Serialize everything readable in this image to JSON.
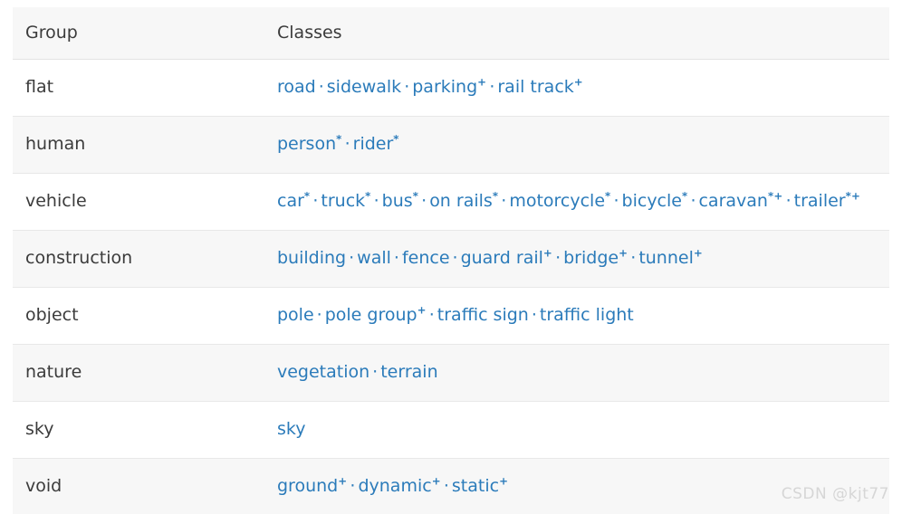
{
  "table": {
    "columns": [
      "Group",
      "Classes"
    ],
    "separator": "·",
    "link_color": "#2b7bba",
    "header_bg": "#f7f7f7",
    "stripe_bg": "#f7f7f7",
    "rows": [
      {
        "group": "flat",
        "classes": [
          {
            "name": "road",
            "marks": ""
          },
          {
            "name": "sidewalk",
            "marks": ""
          },
          {
            "name": "parking",
            "marks": "+"
          },
          {
            "name": "rail track",
            "marks": "+"
          }
        ]
      },
      {
        "group": "human",
        "classes": [
          {
            "name": "person",
            "marks": "*"
          },
          {
            "name": "rider",
            "marks": "*"
          }
        ]
      },
      {
        "group": "vehicle",
        "classes": [
          {
            "name": "car",
            "marks": "*"
          },
          {
            "name": "truck",
            "marks": "*"
          },
          {
            "name": "bus",
            "marks": "*"
          },
          {
            "name": "on rails",
            "marks": "*"
          },
          {
            "name": "motorcycle",
            "marks": "*"
          },
          {
            "name": "bicycle",
            "marks": "*"
          },
          {
            "name": "caravan",
            "marks": "*+"
          },
          {
            "name": "trailer",
            "marks": "*+"
          }
        ]
      },
      {
        "group": "construction",
        "classes": [
          {
            "name": "building",
            "marks": ""
          },
          {
            "name": "wall",
            "marks": ""
          },
          {
            "name": "fence",
            "marks": ""
          },
          {
            "name": "guard rail",
            "marks": "+"
          },
          {
            "name": "bridge",
            "marks": "+"
          },
          {
            "name": "tunnel",
            "marks": "+"
          }
        ]
      },
      {
        "group": "object",
        "classes": [
          {
            "name": "pole",
            "marks": ""
          },
          {
            "name": "pole group",
            "marks": "+"
          },
          {
            "name": "traffic sign",
            "marks": ""
          },
          {
            "name": "traffic light",
            "marks": ""
          }
        ]
      },
      {
        "group": "nature",
        "classes": [
          {
            "name": "vegetation",
            "marks": ""
          },
          {
            "name": "terrain",
            "marks": ""
          }
        ]
      },
      {
        "group": "sky",
        "classes": [
          {
            "name": "sky",
            "marks": ""
          }
        ]
      },
      {
        "group": "void",
        "classes": [
          {
            "name": "ground",
            "marks": "+"
          },
          {
            "name": "dynamic",
            "marks": "+"
          },
          {
            "name": "static",
            "marks": "+"
          }
        ]
      }
    ]
  },
  "watermark": {
    "text": "CSDN @kjt77"
  }
}
